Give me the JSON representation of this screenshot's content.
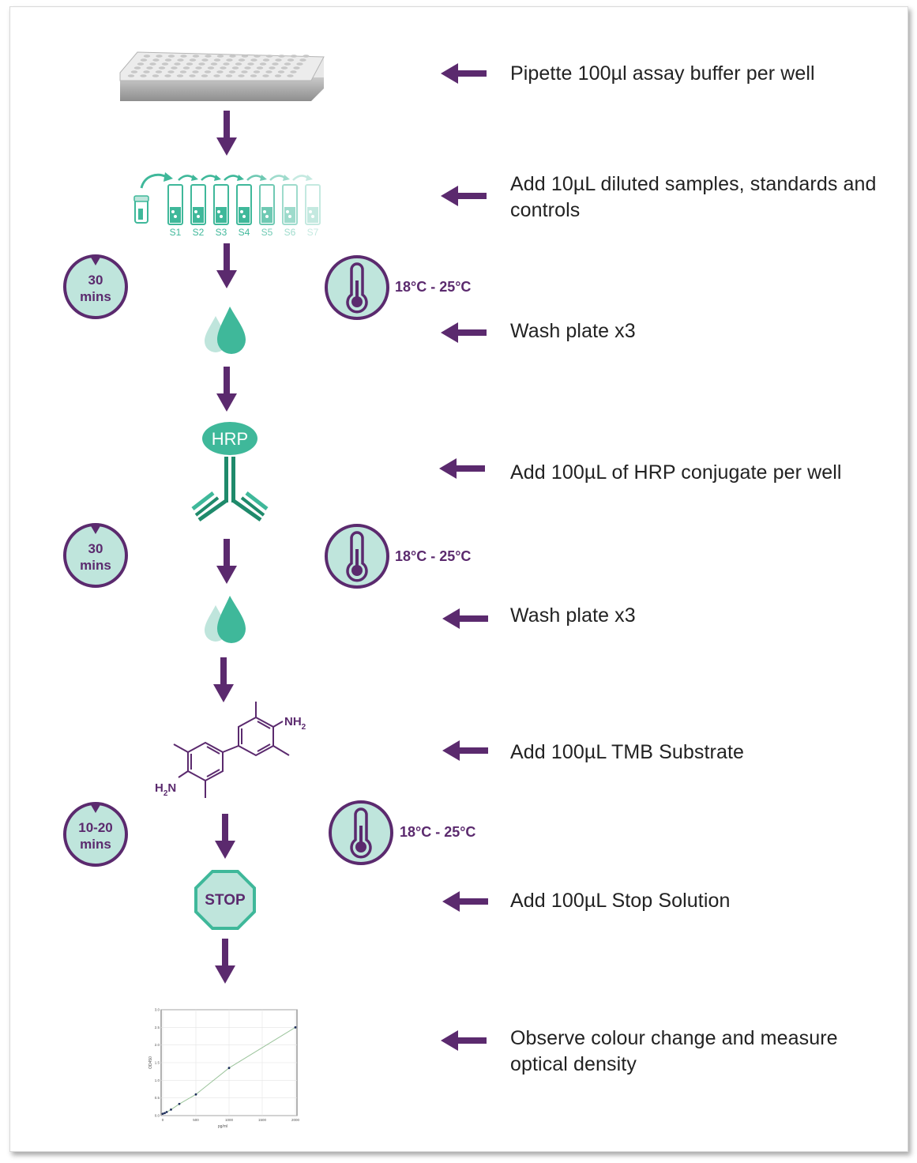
{
  "steps": [
    {
      "text": "Pipette 100µl assay buffer per well"
    },
    {
      "text": "Add 10µL diluted samples, standards and controls"
    },
    {
      "text": "Wash plate x3"
    },
    {
      "text": "Add 100µL of HRP conjugate per well"
    },
    {
      "text": "Wash plate x3"
    },
    {
      "text": "Add 100µL TMB Substrate"
    },
    {
      "text": "Add 100µL Stop Solution"
    },
    {
      "text": "Observe colour change and measure optical density"
    }
  ],
  "incubations": [
    {
      "time_line1": "30",
      "time_line2": "mins",
      "temperature": "18°C - 25°C"
    },
    {
      "time_line1": "30",
      "time_line2": "mins",
      "temperature": "18°C - 25°C"
    },
    {
      "time_line1": "10-20",
      "time_line2": "mins",
      "temperature": "18°C - 25°C"
    }
  ],
  "standards": [
    "S1",
    "S2",
    "S3",
    "S4",
    "S5",
    "S6",
    "S7"
  ],
  "hrp_label": "HRP",
  "stop_label": "STOP",
  "tmb_labels": {
    "nh2_top": "NH",
    "nh2_top_sub": "2",
    "h2n_bottom": "H",
    "h2n_bottom_sub": "2",
    "h2n_bottom_n": "N"
  },
  "curve_chart": {
    "y_ticks": [
      "0.0",
      "0.5",
      "1.0",
      "1.5",
      "2.0",
      "2.5",
      "3.0"
    ],
    "x_ticks": [
      "0",
      "500",
      "1000",
      "1500",
      "2000"
    ],
    "x_label": "pg/ml",
    "y_label": "OD450",
    "points": [
      [
        0,
        0.05
      ],
      [
        30,
        0.07
      ],
      [
        60,
        0.1
      ],
      [
        125,
        0.17
      ],
      [
        250,
        0.33
      ],
      [
        500,
        0.6
      ],
      [
        1000,
        1.35
      ],
      [
        2000,
        2.5
      ]
    ]
  },
  "colors": {
    "purple": "#5b2a6e",
    "teal": "#3fb89a",
    "teal_light": "#bfe5dc",
    "teal_dark": "#1f8a6b"
  }
}
